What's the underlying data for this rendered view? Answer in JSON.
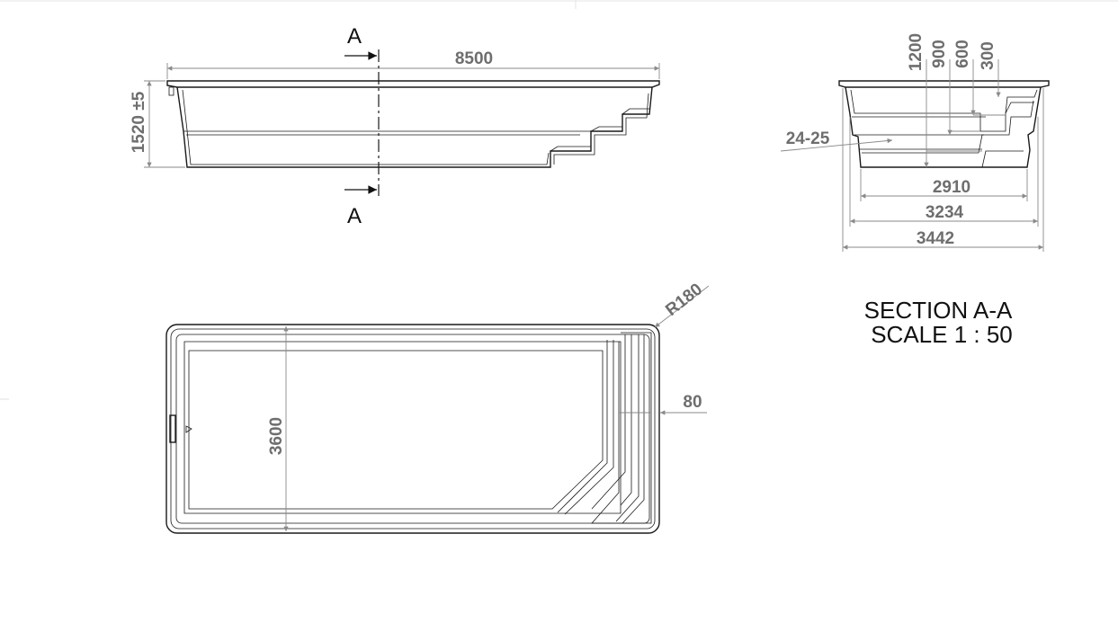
{
  "side_view": {
    "length_dim": "8500",
    "depth_dim": "1520 ±5",
    "cut_label_top": "A",
    "cut_label_bottom": "A"
  },
  "section_view": {
    "step_heights": [
      "1200",
      "900",
      "600",
      "300"
    ],
    "wall_thickness_dim": "24-25",
    "width_inner": "2910",
    "width_mid": "3234",
    "width_outer": "3442",
    "title": "SECTION A-A",
    "scale": "SCALE 1 : 50"
  },
  "plan_view": {
    "radius_dim": "R180",
    "width_dim": "3600",
    "step_width_dim": "80"
  },
  "colors": {
    "lines": "#1a1a1a",
    "dimensions": "#8a8a8a",
    "dim_text": "#6e6e6e"
  }
}
